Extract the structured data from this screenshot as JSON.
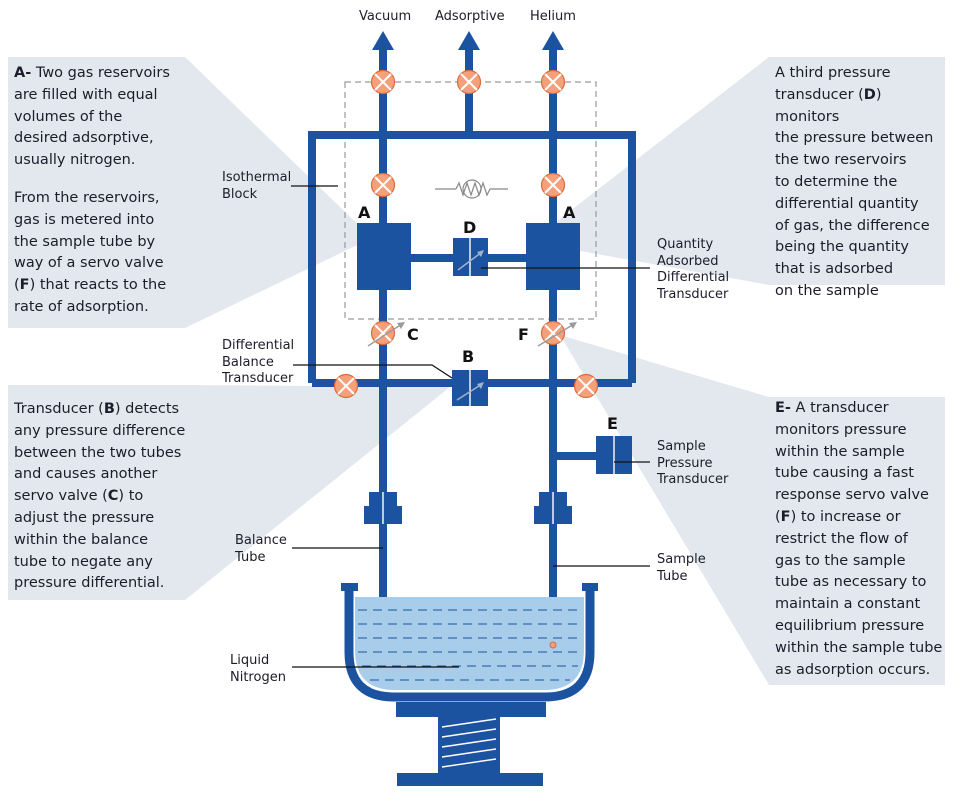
{
  "colors": {
    "pipe": "#1c53a0",
    "valve_fill": "#f4a07a",
    "valve_stroke": "#d96a3a",
    "liquid": "#a8cdea",
    "beam": "#e3e8ee"
  },
  "top_labels": {
    "vacuum": "Vacuum",
    "adsorptive": "Adsorptive",
    "helium": "Helium"
  },
  "letters": {
    "a_left": "A",
    "a_right": "A",
    "d": "D",
    "c": "C",
    "f": "F",
    "b": "B",
    "e": "E"
  },
  "labels": {
    "isothermal_block": "Isothermal\nBlock",
    "quantity_adsorbed": "Quantity\nAdsorbed\nDifferential\nTransducer",
    "differential_balance": "Differential\nBalance\nTransducer",
    "sample_pressure": "Sample\nPressure\nTransducer",
    "balance_tube": "Balance\nTube",
    "sample_tube": "Sample\nTube",
    "liquid_nitrogen": "Liquid\nNitrogen"
  },
  "panels": {
    "reservoirs": {
      "key": "A-",
      "text1": " Two gas reservoirs\nare filled with equal\nvolumes of the\ndesired adsorptive,\nusually nitrogen.",
      "text2a": "From the reservoirs,\ngas is metered into\nthe sample tube by\nway of a servo valve\n(",
      "key2": "F",
      "text2b": ") that reacts to the\nrate of adsorption."
    },
    "transducer_d": {
      "text_a": "A third pressure\ntransducer (",
      "key": "D",
      "text_b": ") monitors\nthe pressure between\nthe two reservoirs\nto determine the\ndifferential quantity\nof gas, the difference\nbeing the quantity\nthat is adsorbed\non the sample"
    },
    "transducer_b": {
      "text_a": "Transducer (",
      "key1": "B",
      "text_b": ") detects\nany pressure difference\nbetween the two tubes\nand causes another\nservo valve (",
      "key2": "C",
      "text_c": ") to\nadjust the pressure\nwithin the balance\ntube to negate any\npressure differential."
    },
    "transducer_e": {
      "key1": "E-",
      "text_a": " A transducer\nmonitors pressure\nwithin the sample\ntube causing a fast\nresponse servo valve\n(",
      "key2": "F",
      "text_b": ") to increase or\nrestrict the flow of\ngas to the sample\ntube as necessary to\nmaintain a constant\nequilibrium pressure\nwithin the sample tube\nas adsorption occurs."
    }
  }
}
